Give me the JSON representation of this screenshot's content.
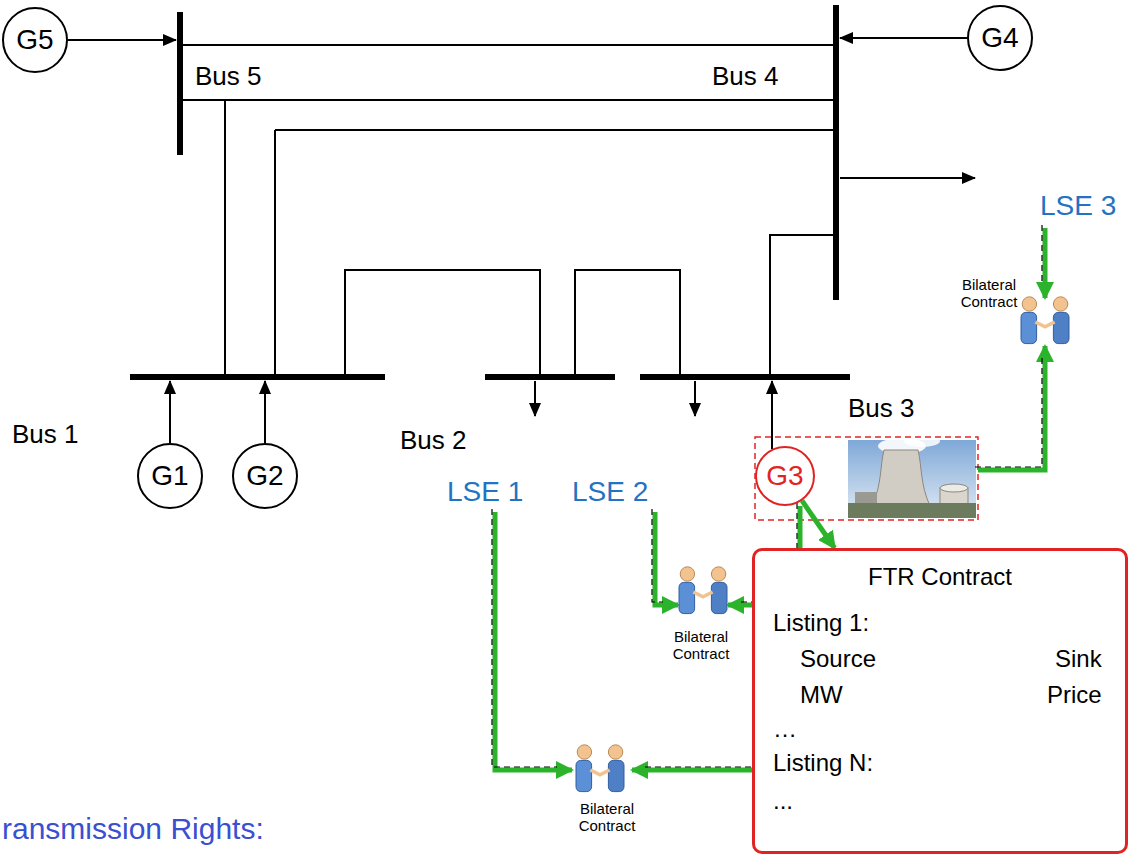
{
  "diagram": {
    "nodes": [
      {
        "text": [
          "G5"
        ]
      },
      {
        "text": [
          "G4"
        ]
      },
      {
        "text": [
          "G1"
        ]
      },
      {
        "text": [
          "G2"
        ]
      },
      {
        "text": [
          "G3"
        ]
      },
      {
        "text": [
          "FTR Contract",
          "Listing 1:",
          "Source",
          "Sink",
          "MW",
          "Price",
          "…",
          "Listing N:",
          "..."
        ]
      }
    ],
    "edges": [
      {
        "from": 4,
        "to": 5,
        "arrow": "to"
      }
    ],
    "labels": [
      "Bus 5",
      "Bus 4",
      "LSE 3",
      "Bilateral Contract",
      "Bus 1",
      "Bus 2",
      "LSE 1",
      "LSE 2",
      "Bus 3",
      "Bilateral Contract",
      "Bilateral Contract",
      "ransmission Rights:"
    ]
  }
}
